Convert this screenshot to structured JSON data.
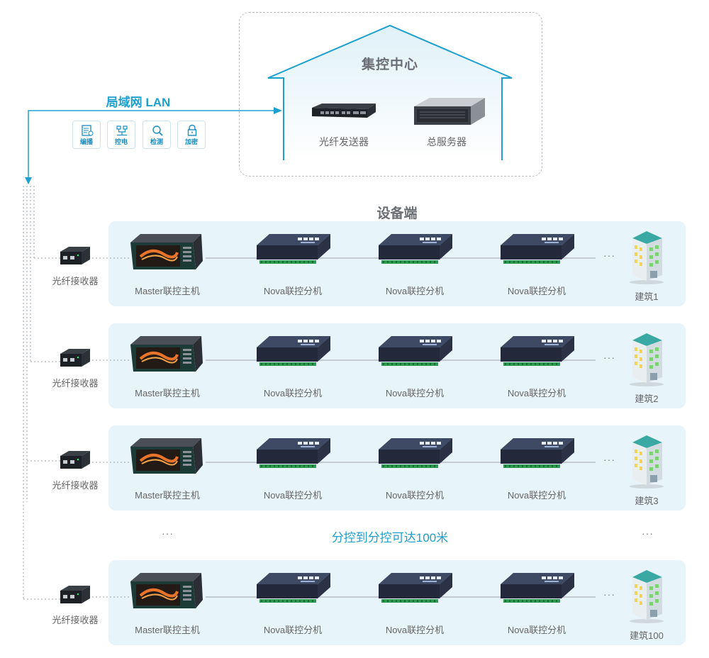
{
  "control_center": {
    "title": "集控中心",
    "fiber_transmitter_label": "光纤发送器",
    "main_server_label": "总服务器"
  },
  "lan": {
    "title": "局域网 LAN",
    "features": [
      "编播",
      "控电",
      "检测",
      "加密"
    ]
  },
  "device_side": {
    "title": "设备端"
  },
  "rows": [
    {
      "receiver": "光纤接收器",
      "master": "Master联控主机",
      "slaves": [
        "Nova联控分机",
        "Nova联控分机",
        "Nova联控分机"
      ],
      "building": "建筑1"
    },
    {
      "receiver": "光纤接收器",
      "master": "Master联控主机",
      "slaves": [
        "Nova联控分机",
        "Nova联控分机",
        "Nova联控分机"
      ],
      "building": "建筑2"
    },
    {
      "receiver": "光纤接收器",
      "master": "Master联控主机",
      "slaves": [
        "Nova联控分机",
        "Nova联控分机",
        "Nova联控分机"
      ],
      "building": "建筑3"
    },
    {
      "receiver": "光纤接收器",
      "master": "Master联控主机",
      "slaves": [
        "Nova联控分机",
        "Nova联控分机",
        "Nova联控分机"
      ],
      "building": "建筑100"
    }
  ],
  "ellipsis": "···",
  "distance_note": "分控到分控可达100米",
  "colors": {
    "accent": "#1ea0cf",
    "panel": "#e7f4fa",
    "text": "#666666",
    "dashed": "#b9bec4"
  }
}
